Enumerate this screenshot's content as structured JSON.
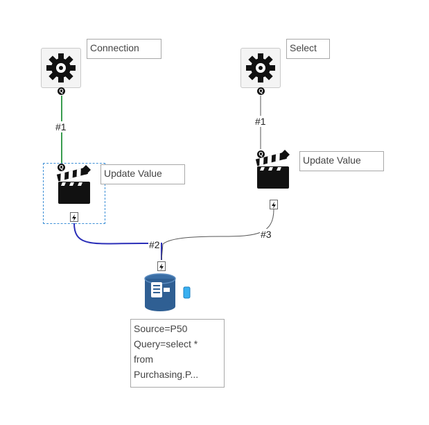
{
  "tools": {
    "connection": {
      "label": "Connection",
      "anchor": "Q"
    },
    "select": {
      "label": "Select",
      "anchor": "Q"
    },
    "update_value_left": {
      "label": "Update Value",
      "anchor": "Q"
    },
    "update_value_right": {
      "label": "Update Value",
      "anchor": "Q"
    },
    "output": {
      "annotation": "Source=P50\nQuery=select *\nfrom\nPurchasing.P..."
    }
  },
  "connections": [
    {
      "from": "connection",
      "to": "update_value_left",
      "label": "#1",
      "color": "#3a9d4f"
    },
    {
      "from": "select",
      "to": "update_value_right",
      "label": "#1",
      "color": "#555555"
    },
    {
      "from": "update_value_left",
      "to": "output",
      "label": "#2",
      "color": "#2b2fb8"
    },
    {
      "from": "update_value_right",
      "to": "output",
      "label": "#3",
      "color": "#555555"
    }
  ],
  "colors": {
    "gear": "#111111",
    "db_body": "#2f5f93",
    "db_accent": "#3ab0f0"
  }
}
